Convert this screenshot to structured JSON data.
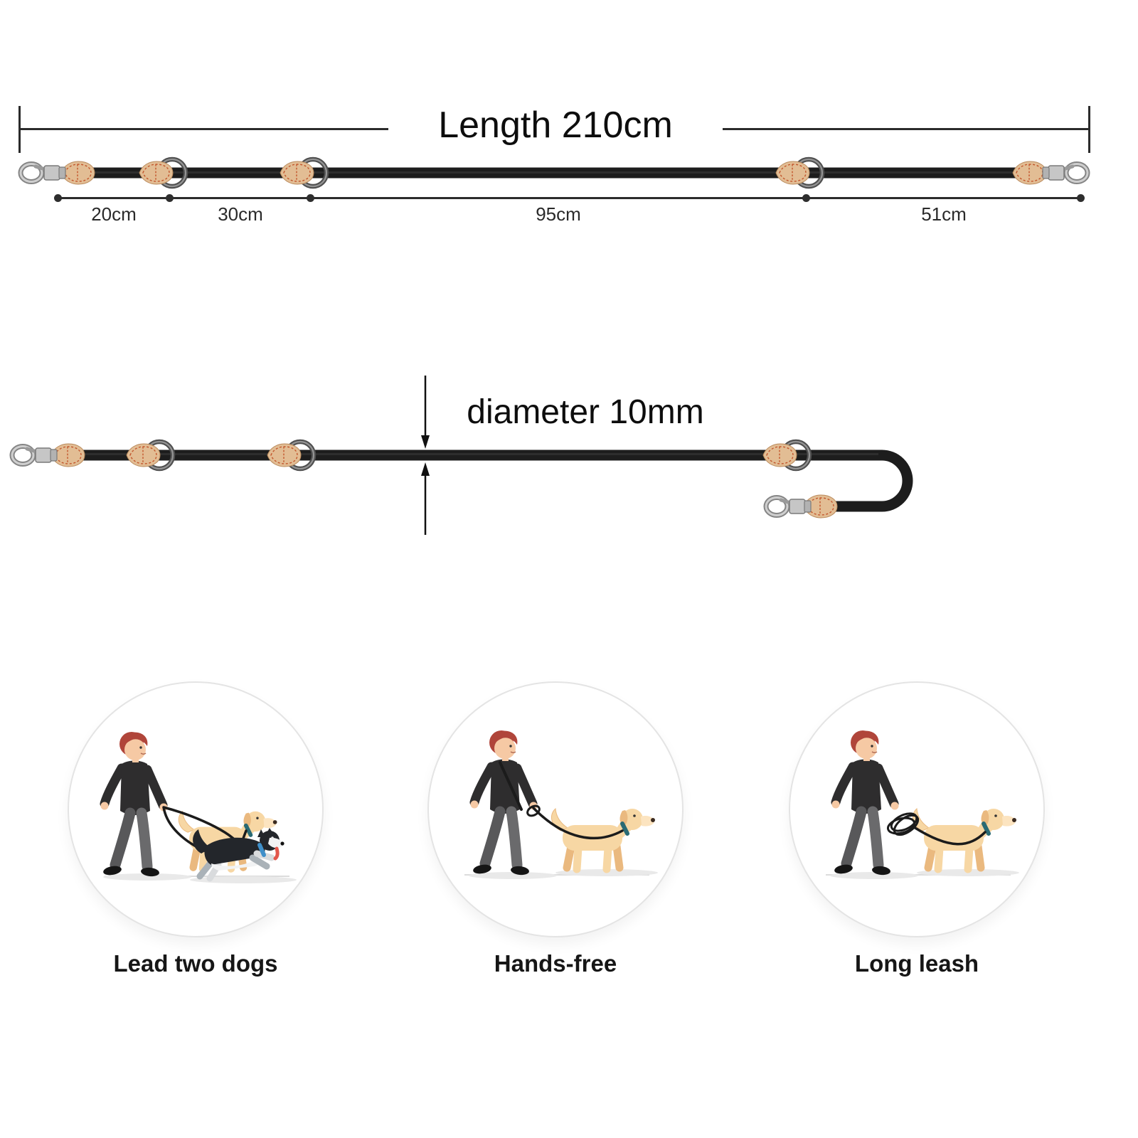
{
  "length_diagram": {
    "title": "Length 210cm",
    "total_length_cm": 210,
    "segments": [
      {
        "label": "20cm",
        "value_cm": 20
      },
      {
        "label": "30cm",
        "value_cm": 30
      },
      {
        "label": "95cm",
        "value_cm": 95
      },
      {
        "label": "51cm",
        "value_cm": 51
      }
    ]
  },
  "diameter_diagram": {
    "title": "diameter 10mm",
    "diameter_mm": 10
  },
  "use_cases": [
    {
      "label": "Lead two dogs"
    },
    {
      "label": "Hands-free"
    },
    {
      "label": "Long leash"
    }
  ],
  "colors": {
    "background": "#ffffff",
    "rope": "#1d1d1d",
    "leather": "#e2bd94",
    "stitch": "#c2562c",
    "metal_light": "#c6c6c6",
    "metal_dark": "#7a7a7a",
    "ring": "#4f4f4f",
    "dimension_line": "#2b2b2b",
    "text": "#0d0d0d",
    "circle_border": "#e4e4e4",
    "skin": "#f6c9a4",
    "hair": "#b0453a",
    "sweater": "#2e2d2e",
    "pants": "#6a6a6c",
    "dog_gold": "#f7d7a4",
    "dog_gold_shade": "#eab97f",
    "collar_teal": "#2a6a74",
    "husky_dark": "#23262b",
    "husky_gray": "#aab2b8",
    "husky_collar": "#3f8fc9",
    "tongue": "#e2574c"
  }
}
